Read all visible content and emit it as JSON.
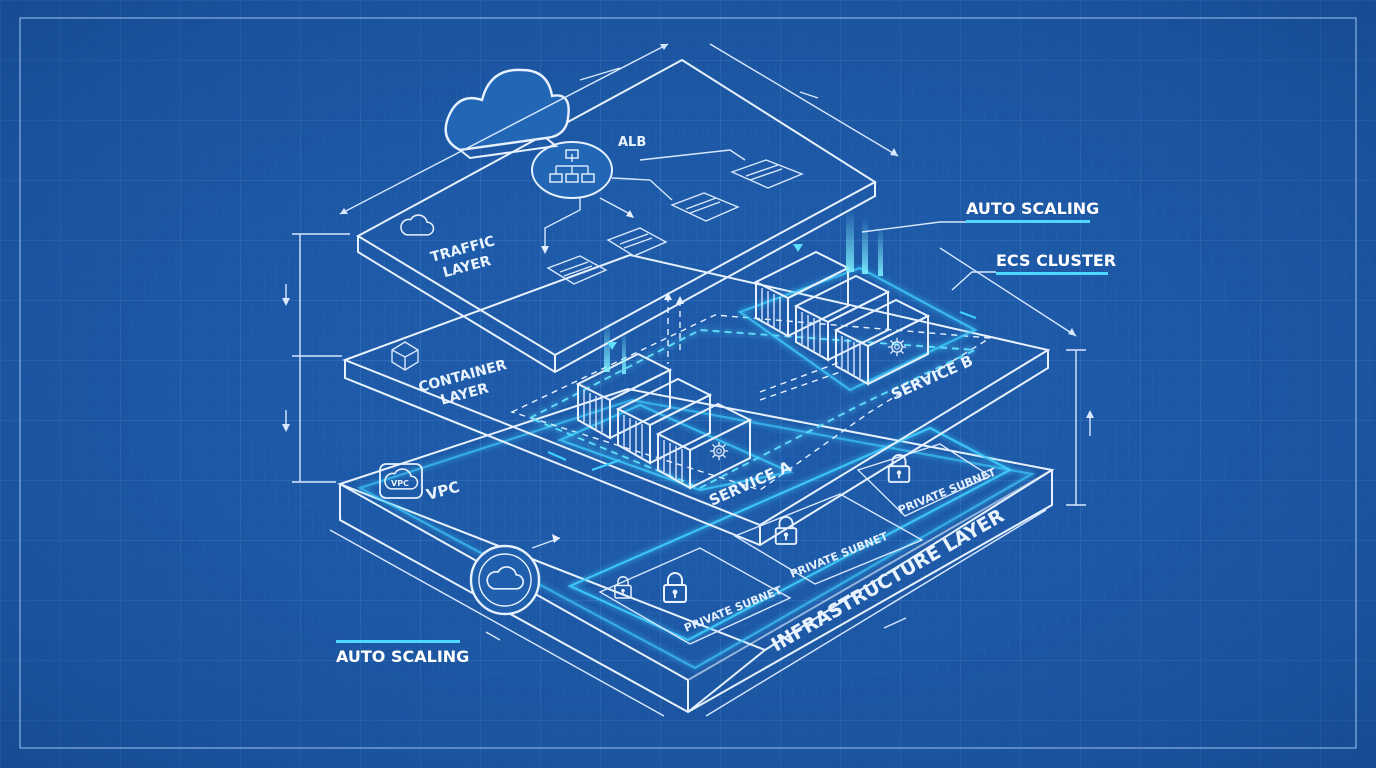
{
  "diagram": {
    "layers": {
      "traffic": "TRAFFIC\nLAYER",
      "container": "CONTAINER\nLAYER",
      "vpc": "VPC",
      "infrastructure": "INFRASTRUCTURE LAYER"
    },
    "alb_label": "ALB",
    "vpc_icon_label": "VPC",
    "services": [
      "SERVICE A",
      "SERVICE B"
    ],
    "subnet_label": "PRIVATE SUBNET",
    "callouts": {
      "auto_scaling_top": "AUTO SCALING",
      "ecs_cluster": "ECS CLUSTER",
      "auto_scaling_bottom": "AUTO SCALING"
    },
    "colors": {
      "background": "#1d5aa8",
      "line": "#e8f2ff",
      "accent": "#3fd0ff"
    }
  }
}
